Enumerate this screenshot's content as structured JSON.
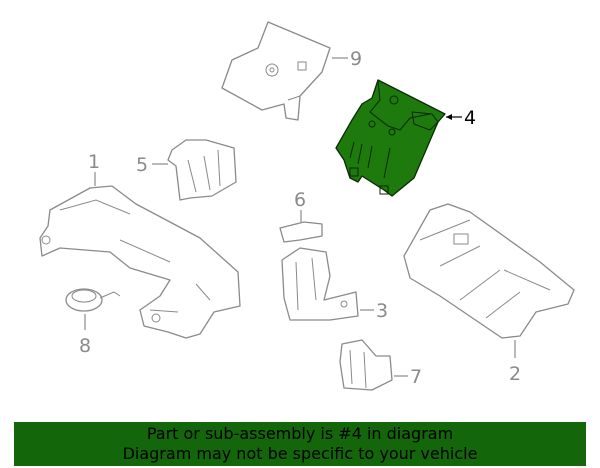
{
  "diagram": {
    "callouts": [
      {
        "number": "1"
      },
      {
        "number": "2"
      },
      {
        "number": "3"
      },
      {
        "number": "4"
      },
      {
        "number": "5"
      },
      {
        "number": "6"
      },
      {
        "number": "7"
      },
      {
        "number": "8"
      },
      {
        "number": "9"
      }
    ],
    "highlighted_part": "4",
    "highlight_color": "#1f7a0e"
  },
  "banner": {
    "line1": "Part or sub-assembly is #4 in diagram",
    "line2": "Diagram may not be specific to your vehicle",
    "color": "#13660a"
  }
}
